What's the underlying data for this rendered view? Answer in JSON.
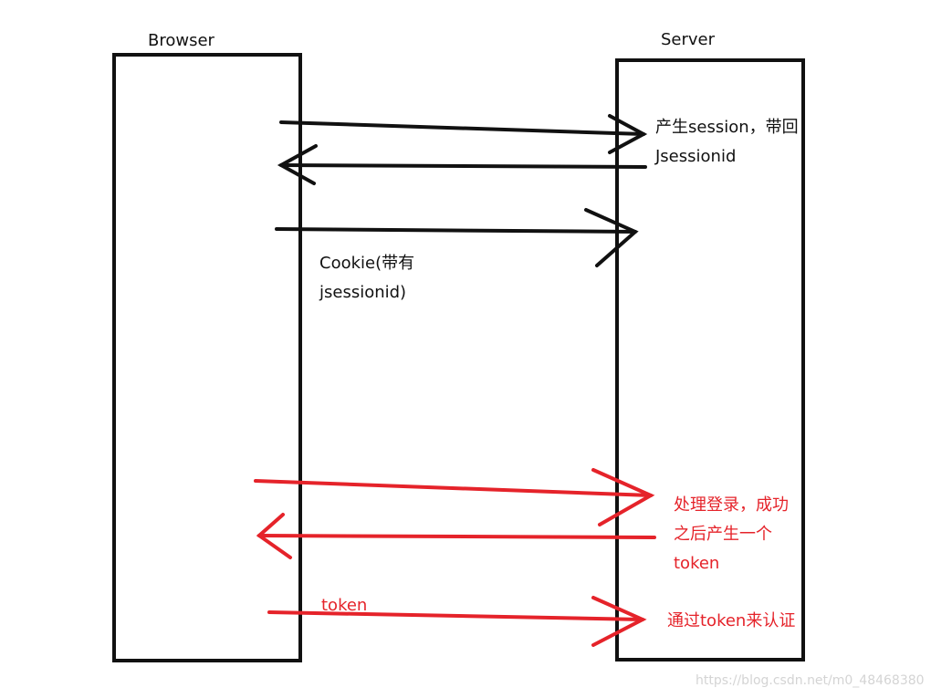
{
  "colors": {
    "black": "#111111",
    "red": "#e5232a",
    "watermark": "#d4d4d4"
  },
  "browser": {
    "title": "Browser"
  },
  "server": {
    "title": "Server"
  },
  "session_flow": {
    "server_note_line1": "产生session，带回",
    "server_note_line2": "Jsessionid",
    "cookie_line1": "Cookie(带有",
    "cookie_line2": "jsessionid)"
  },
  "token_flow": {
    "login_line1": "处理登录，成功",
    "login_line2": "之后产生一个",
    "login_line3": "token",
    "request_label": "token",
    "verify_note": "通过token来认证"
  },
  "watermark": "https://blog.csdn.net/m0_48468380"
}
